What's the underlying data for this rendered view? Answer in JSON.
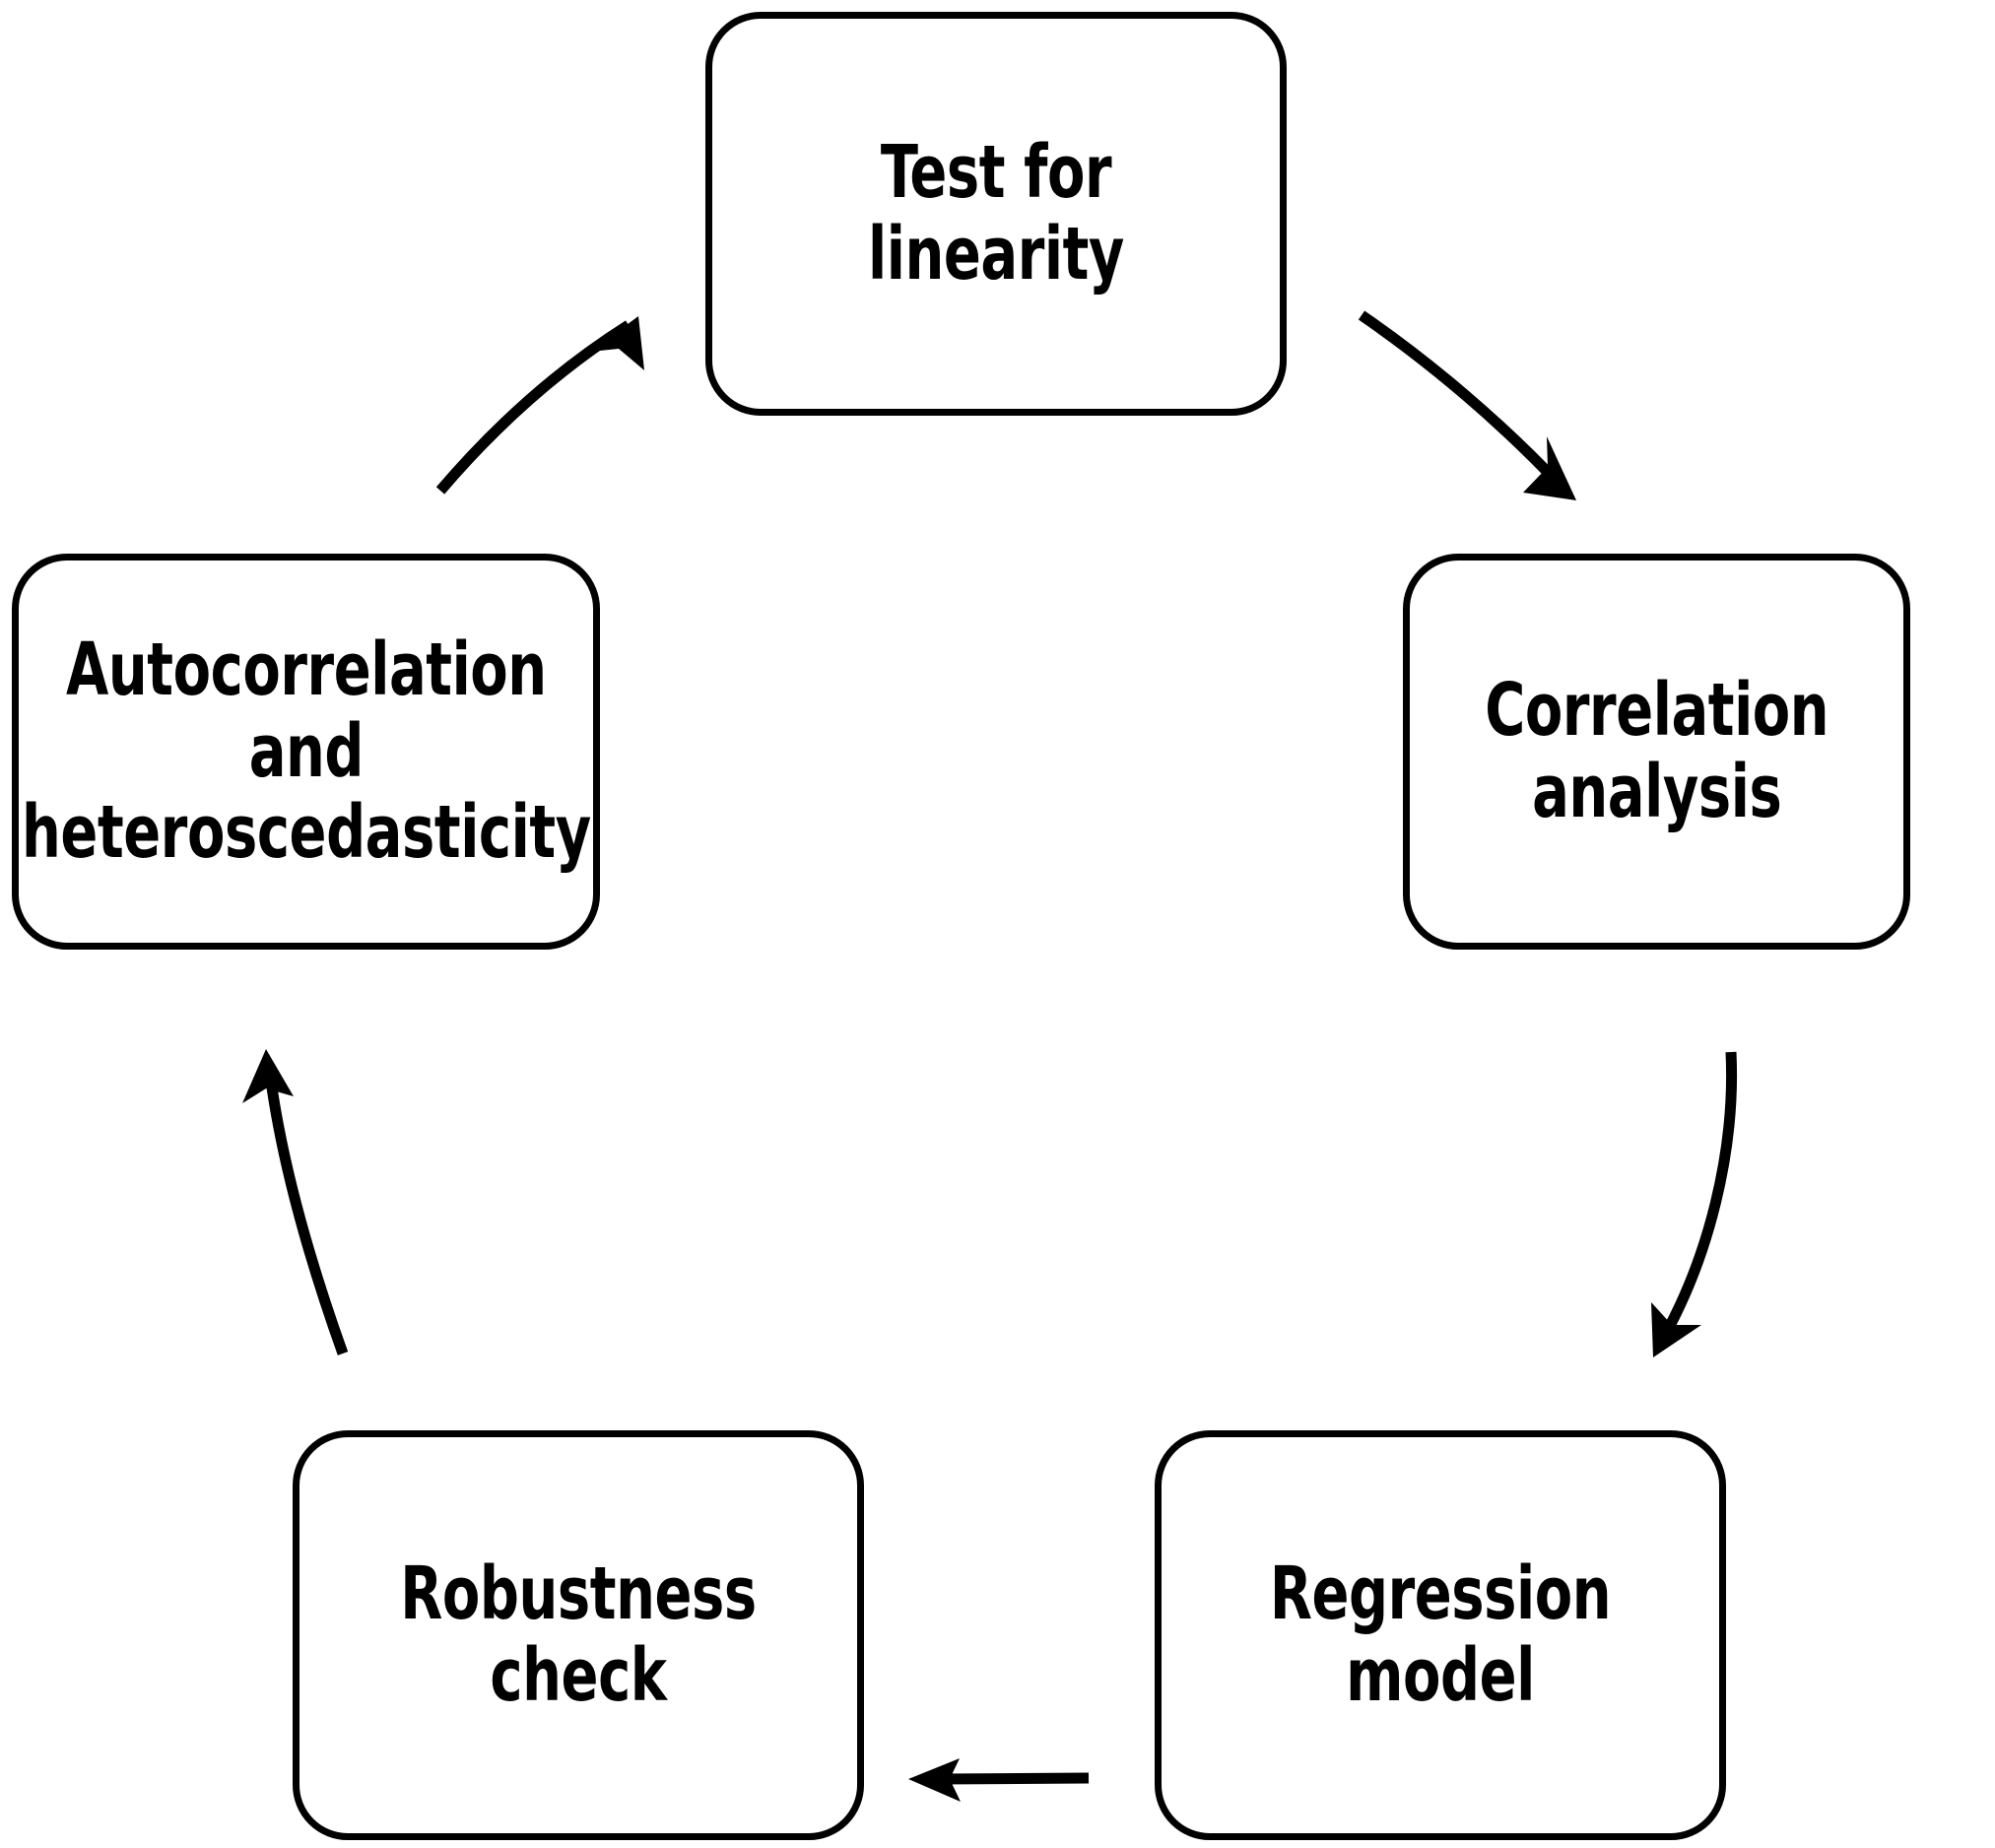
{
  "diagram": {
    "type": "cycle-flowchart",
    "title": "",
    "background_color": "#ffffff",
    "stroke_color": "#000000",
    "text_color": "#000000",
    "direction": "clockwise",
    "nodes": [
      {
        "id": "test-for-linearity",
        "label": "Test for linearity",
        "position": "top"
      },
      {
        "id": "correlation-analysis",
        "label": "Correlation\nanalysis",
        "position": "right"
      },
      {
        "id": "regression-model",
        "label": "Regression model",
        "position": "bottom-right"
      },
      {
        "id": "robustness-check",
        "label": "Robustness check",
        "position": "bottom-left"
      },
      {
        "id": "autocorrelation-heteroscedasticity",
        "label": "Autocorrelation\nand\nheteroscedasticity",
        "position": "left"
      }
    ],
    "edges": [
      {
        "id": "edge-linearity-to-correlation",
        "from": "test-for-linearity",
        "to": "correlation-analysis",
        "style": "curved",
        "label": ""
      },
      {
        "id": "edge-correlation-to-regression",
        "from": "correlation-analysis",
        "to": "regression-model",
        "style": "curved",
        "label": ""
      },
      {
        "id": "edge-regression-to-robustness",
        "from": "regression-model",
        "to": "robustness-check",
        "style": "straight",
        "label": ""
      },
      {
        "id": "edge-robustness-to-autocorrelation",
        "from": "robustness-check",
        "to": "autocorrelation-heteroscedasticity",
        "style": "curved",
        "label": ""
      },
      {
        "id": "edge-autocorrelation-to-linearity",
        "from": "autocorrelation-heteroscedasticity",
        "to": "test-for-linearity",
        "style": "curved",
        "label": ""
      }
    ]
  }
}
